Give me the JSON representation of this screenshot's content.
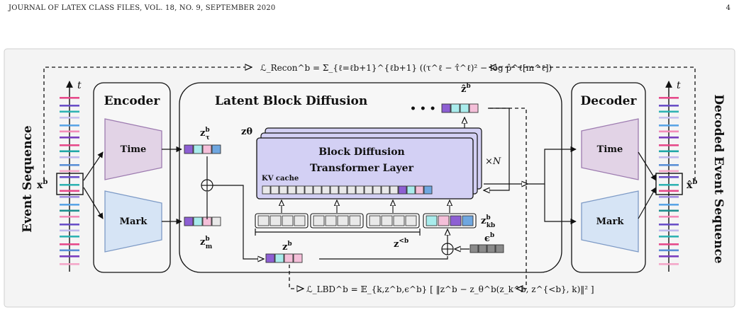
{
  "header": {
    "running_head": "JOURNAL OF LATEX CLASS FILES, VOL. 18, NO. 9, SEPTEMBER 2020",
    "page_number": "4"
  },
  "figure": {
    "left_side_label": "Event Sequence",
    "right_side_label": "Decoded Event Sequence",
    "input_symbol": "x",
    "input_sup": "b",
    "output_symbol": "x̂",
    "output_sup": "b",
    "time_axis_label": "t",
    "encoder": {
      "title": "Encoder",
      "time_label": "Time",
      "mark_label": "Mark"
    },
    "decoder": {
      "title": "Decoder",
      "time_label": "Time",
      "mark_label": "Mark"
    },
    "latent": {
      "title": "Latent Block Diffusion",
      "z_theta": "zθ",
      "layer_line1": "Block Diffusion",
      "layer_line2": "Transformer Layer",
      "kv_cache": "KV cache",
      "times_n": "×N",
      "ellipsis": "• • •",
      "z_hat": "ẑ",
      "z_hat_sup": "b",
      "z_tau": "z",
      "z_tau_sup": "b",
      "z_tau_sub": "τ",
      "z_m": "z",
      "z_m_sup": "b",
      "z_m_sub": "m",
      "z_b": "z",
      "z_b_sup": "b",
      "z_kb": "z",
      "z_kb_sup": "b",
      "z_kb_sub": "kb",
      "z_lt": "z",
      "z_lt_sup": "<b",
      "eps": "ϵ",
      "eps_sup": "b"
    },
    "loss_recon": "ℒ_Recon^b = Σ_{ℓ=ℓb+1}^{ℓb+1} ((τ^ℓ − τ̂^ℓ)² − log p̂^ℓ[m^ℓ])",
    "loss_lbd": "ℒ_LBD^b = 𝔼_{k,z^b,ϵ^b} [ ‖z^b − z_θ^b(z_k^b, z^{<b}, k)‖² ]"
  },
  "colors": {
    "encoder_time": "#e2d3e6",
    "encoder_mark": "#d6e4f5",
    "transformer": "#d3d0f4",
    "token_purple": "#8d5fd3",
    "token_cyan": "#a9ecec",
    "token_pink": "#f4bfd9",
    "token_blue": "#6fa7e0",
    "token_gray": "#e9e9e9",
    "token_dark": "#8a8a8a"
  }
}
